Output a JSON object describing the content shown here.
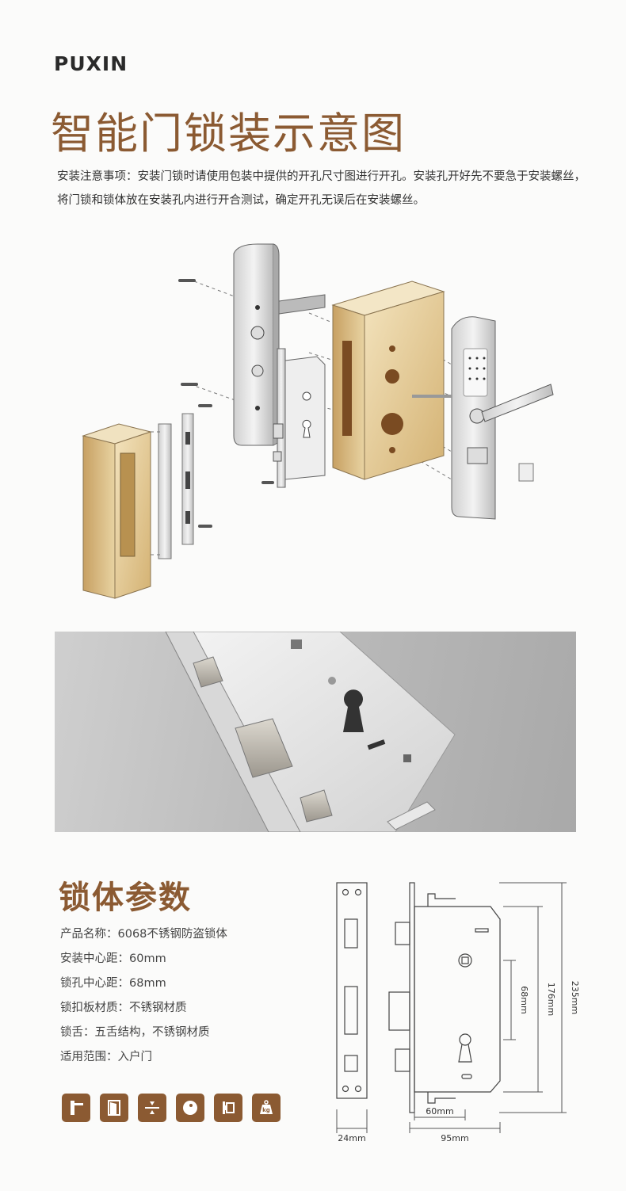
{
  "brand": {
    "logo_text": "PUXIN"
  },
  "header": {
    "title": "智能门锁装示意图",
    "notice": "安装注意事项：安装门锁时请使用包装中提供的开孔尺寸图进行开孔。安装孔开好先不要急于安装螺丝，将门锁和锁体放在安装孔内进行开合测试，确定开孔无误后在安装螺丝。"
  },
  "params": {
    "title": "锁体参数",
    "items": [
      "产品名称：6068不锈钢防盗锁体",
      "安装中心距：60mm",
      "锁孔中心距：68mm",
      "锁扣板材质：不锈钢材质",
      "锁舌：五舌结构，不锈钢材质",
      "适用范围：入户门"
    ],
    "icons": [
      "handle-icon",
      "door-icon",
      "thickness-icon",
      "knob-icon",
      "lock-body-icon",
      "weight-icon"
    ],
    "weight_label": "kg"
  },
  "dimensions": {
    "d1": "68mm",
    "d2": "176mm",
    "d3": "235mm",
    "w1": "60mm",
    "w2": "95mm",
    "w3": "24mm"
  },
  "colors": {
    "accent": "#8b5a32",
    "wood": "#e4c98e"
  }
}
